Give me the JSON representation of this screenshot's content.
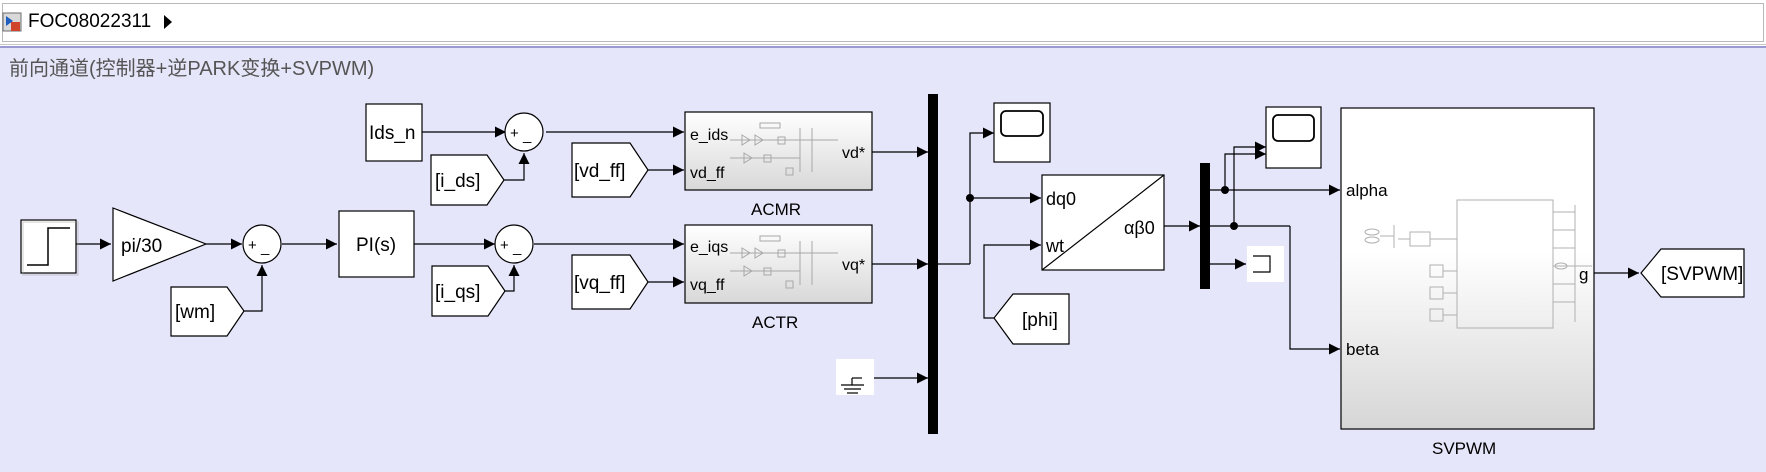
{
  "breadcrumb": {
    "model_name": "FOC08022311"
  },
  "subsystem": {
    "title": "前向通道(控制器+逆PARK变换+SVPWM)"
  },
  "blocks": {
    "gain": "pi/30",
    "pi_controller": "PI(s)",
    "constant_ids": "Ids_n",
    "from_wm": "[wm]",
    "from_i_ds": "[i_ds]",
    "from_i_qs": "[i_qs]",
    "from_vd_ff": "[vd_ff]",
    "from_vq_ff": "[vq_ff]",
    "from_phi": "[phi]",
    "goto_svpwm": "[SVPWM]",
    "acmr": {
      "name": "ACMR",
      "in1": "e_ids",
      "in2": "vd_ff",
      "out": "vd*"
    },
    "actr": {
      "name": "ACTR",
      "in1": "e_iqs",
      "in2": "vq_ff",
      "out": "vq*"
    },
    "inv_park": {
      "in1": "dq0",
      "in2": "wt",
      "out": "αβ0"
    },
    "svpwm": {
      "name": "SVPWM",
      "in1": "alpha",
      "in2": "beta",
      "out": "g"
    },
    "sum_plus": "+",
    "sum_minus": "_"
  }
}
